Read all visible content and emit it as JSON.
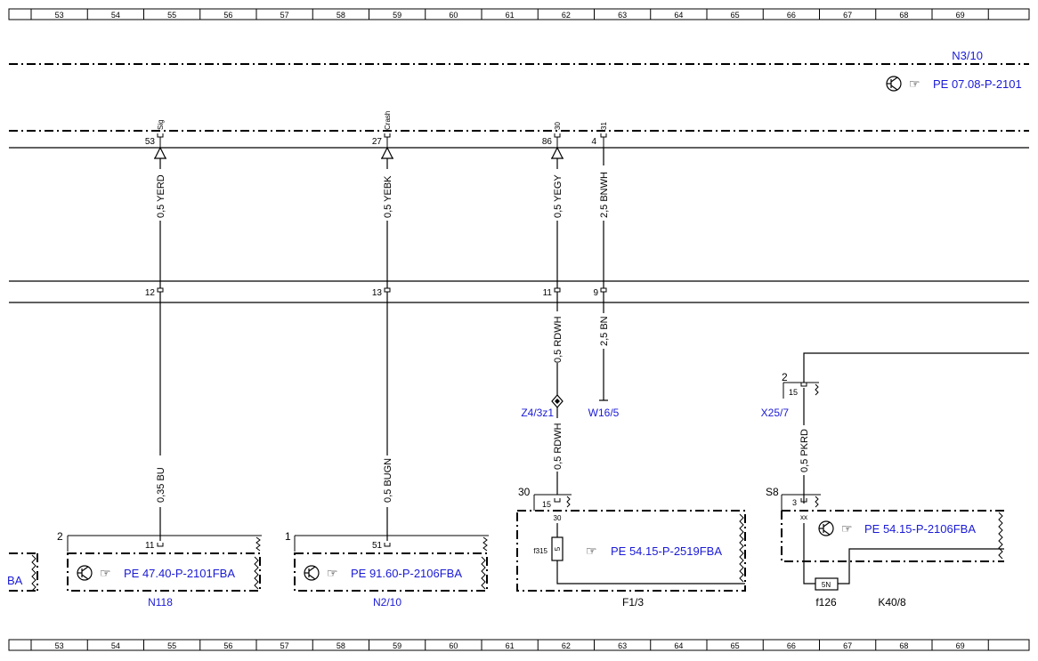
{
  "grid": {
    "labels": [
      "53",
      "54",
      "55",
      "56",
      "57",
      "58",
      "59",
      "60",
      "61",
      "62",
      "63",
      "64",
      "65",
      "66",
      "67",
      "68",
      "69"
    ]
  },
  "colors": {
    "ref_blue": "#1a1ad6",
    "line": "#000000"
  },
  "icons": {
    "transistor": "transistor-symbol-icon",
    "pointing_hand": "pointing-hand-icon"
  },
  "n3_10": {
    "label": "N3/10",
    "ref": "PE 07.08-P-2101"
  },
  "pins_top": [
    {
      "signal": "Sig",
      "pin": "53",
      "wire": "0,5 YERD",
      "conn_pin": "12"
    },
    {
      "signal": "Crash",
      "pin": "27",
      "wire": "0,5 YEBK",
      "conn_pin": "13"
    },
    {
      "signal": "30",
      "pin": "86",
      "wire": "0,5 YEGY",
      "conn_pin": "11"
    },
    {
      "signal": "31",
      "pin": "4",
      "wire": "2,5 BNWH",
      "conn_pin": "9"
    }
  ],
  "wires_mid": {
    "w1": "0,5 RDWH",
    "w2": "2,5 BN",
    "w3": "0,5 RDWH",
    "w4": "0,35 BU",
    "w5": "0,5 BUGN",
    "w6": "0,5 PKRD"
  },
  "splice": {
    "label": "Z4/3z1"
  },
  "ground": {
    "label": "W16/5"
  },
  "x25_7": {
    "label": "X25/7",
    "pin_top": "2",
    "pin": "15"
  },
  "left_stub": {
    "text": "BA"
  },
  "n118": {
    "label": "N118",
    "top_pin": "2",
    "pin": "11",
    "ref": "PE 47.40-P-2101FBA"
  },
  "n2_10": {
    "label": "N2/10",
    "top_pin": "1",
    "pin": "51",
    "ref": "PE 91.60-P-2106FBA"
  },
  "f1_3": {
    "label": "F1/3",
    "top_pin": "30",
    "pin": "15",
    "fuse_pin": "30",
    "fuse_name": "f315",
    "fuse_value": "5",
    "ref": "PE 54.15-P-2519FBA"
  },
  "k40_8": {
    "label": "K40/8",
    "top_pin": "S8",
    "pin": "3",
    "pin_code": "xx",
    "fuse_name": "f126",
    "fuse_value": "5N",
    "ref": "PE 54.15-P-2106FBA"
  }
}
